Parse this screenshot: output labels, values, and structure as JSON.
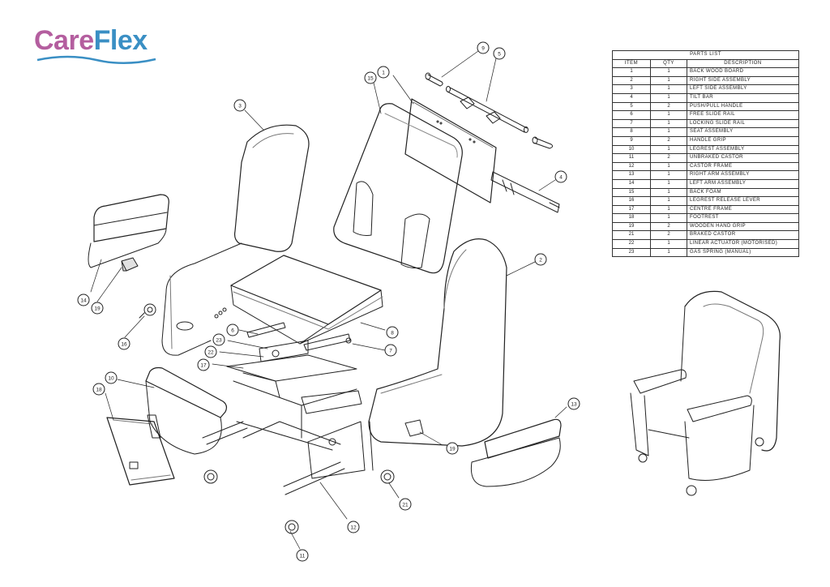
{
  "logo": {
    "part1": "Care",
    "part2": "Flex"
  },
  "parts_list": {
    "title": "PARTS LIST",
    "headers": {
      "item": "ITEM",
      "qty": "QTY",
      "description": "DESCRIPTION"
    },
    "rows": [
      {
        "item": "1",
        "qty": "1",
        "description": "BACK WOOD BOARD"
      },
      {
        "item": "2",
        "qty": "1",
        "description": "RIGHT SIDE ASSEMBLY"
      },
      {
        "item": "3",
        "qty": "1",
        "description": "LEFT SIDE ASSEMBLY"
      },
      {
        "item": "4",
        "qty": "1",
        "description": "TILT BAR"
      },
      {
        "item": "5",
        "qty": "2",
        "description": "PUSH/PULL HANDLE"
      },
      {
        "item": "6",
        "qty": "1",
        "description": "FREE SLIDE RAIL"
      },
      {
        "item": "7",
        "qty": "1",
        "description": "LOCKING SLIDE RAIL"
      },
      {
        "item": "8",
        "qty": "1",
        "description": "SEAT ASSEMBLY"
      },
      {
        "item": "9",
        "qty": "2",
        "description": "HANDLE GRIP"
      },
      {
        "item": "10",
        "qty": "1",
        "description": "LEGREST ASSEMBLY"
      },
      {
        "item": "11",
        "qty": "2",
        "description": "UNBRAKED CASTOR"
      },
      {
        "item": "12",
        "qty": "1",
        "description": "CASTOR FRAME"
      },
      {
        "item": "13",
        "qty": "1",
        "description": "RIGHT ARM ASSEMBLY"
      },
      {
        "item": "14",
        "qty": "1",
        "description": "LEFT ARM ASSEMBLY"
      },
      {
        "item": "15",
        "qty": "1",
        "description": "BACK FOAM"
      },
      {
        "item": "16",
        "qty": "1",
        "description": "LEGREST RELEASE LEVER"
      },
      {
        "item": "17",
        "qty": "1",
        "description": "CENTRE FRAME"
      },
      {
        "item": "18",
        "qty": "1",
        "description": "FOOTREST"
      },
      {
        "item": "19",
        "qty": "2",
        "description": "WOODEN HAND GRIP"
      },
      {
        "item": "21",
        "qty": "2",
        "description": "BRAKED CASTOR"
      },
      {
        "item": "22",
        "qty": "1",
        "description": "LINEAR ACTUATOR (MOTORISED)"
      },
      {
        "item": "23",
        "qty": "1",
        "description": "GAS SPRING (MANUAL)"
      }
    ]
  },
  "callouts": {
    "c1": "1",
    "c2": "2",
    "c3": "3",
    "c4": "4",
    "c5": "5",
    "c6": "6",
    "c7": "7",
    "c8": "8",
    "c9": "9",
    "c10": "10",
    "c11": "11",
    "c12": "12",
    "c13": "13",
    "c14": "14",
    "c15": "15",
    "c16": "16",
    "c17": "17",
    "c18": "18",
    "c19a": "19",
    "c19b": "19",
    "c21": "21",
    "c22": "22",
    "c23": "23"
  }
}
